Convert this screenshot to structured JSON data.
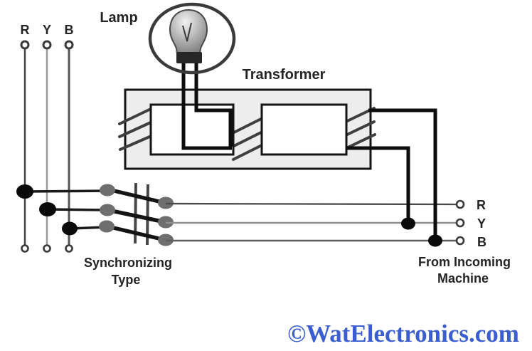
{
  "bus": {
    "phases": [
      "R",
      "Y",
      "B"
    ]
  },
  "lamp": {
    "label": "Lamp"
  },
  "transformer": {
    "label": "Transformer"
  },
  "switch": {
    "caption_line1": "Synchronizing",
    "caption_line2": "Type"
  },
  "incoming": {
    "phases": [
      "R",
      "Y",
      "B"
    ],
    "caption_line1": "From Incoming",
    "caption_line2": "Machine"
  },
  "watermark": {
    "text": "©WatElectronics.com",
    "color": "#3a5ed2"
  },
  "colors": {
    "wire_black": "#0d0d0d",
    "phase_r_gray": "#454545",
    "phase_y_gray": "#9a9a9a",
    "phase_b_gray": "#555555",
    "contact_gray": "#6e6e6e",
    "transformer_fill": "#ededed",
    "hatch_gray": "#3f3f3f",
    "background": "#ffffff"
  }
}
